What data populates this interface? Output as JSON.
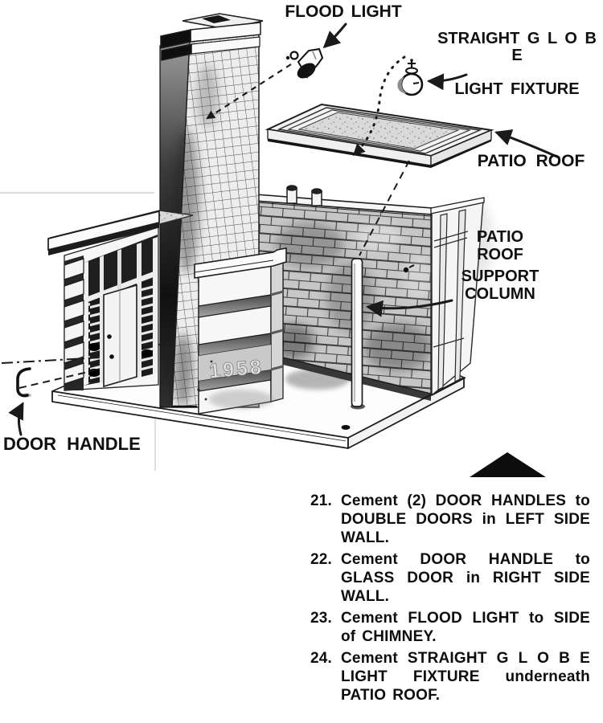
{
  "labels": {
    "flood_light": "FLOOD LIGHT",
    "globe_line1": "STRAIGHT  G L O B E",
    "globe_line2": "LIGHT  FIXTURE",
    "patio_roof": "PATIO  ROOF",
    "patio_support_line1": "PATIO\nROOF",
    "patio_support_line2": "SUPPORT\nCOLUMN",
    "door_handle": "DOOR  HANDLE",
    "house_number": "1958"
  },
  "instructions": {
    "steps": [
      {
        "number": "21.",
        "text": "Cement (2) DOOR HANDLES to DOUBLE DOORS in LEFT SIDE WALL."
      },
      {
        "number": "22.",
        "text": "Cement DOOR HANDLE to GLASS DOOR in RIGHT SIDE WALL."
      },
      {
        "number": "23.",
        "text": "Cement FLOOD LIGHT to SIDE of CHIMNEY."
      },
      {
        "number": "24.",
        "text": "Cement STRAIGHT G L O B E LIGHT FIXTURE underneath PATIO ROOF."
      }
    ]
  },
  "icons": {
    "flood_light": "flood-light-icon",
    "globe_fixture": "globe-light-fixture-icon",
    "door_handle": "door-handle-icon",
    "direction_marker": "black-triangle-marker"
  },
  "colors": {
    "ink": "#1a1a1a",
    "paper": "#ffffff",
    "brick": "#c6c6c6",
    "deep_shadow": "#161616"
  }
}
